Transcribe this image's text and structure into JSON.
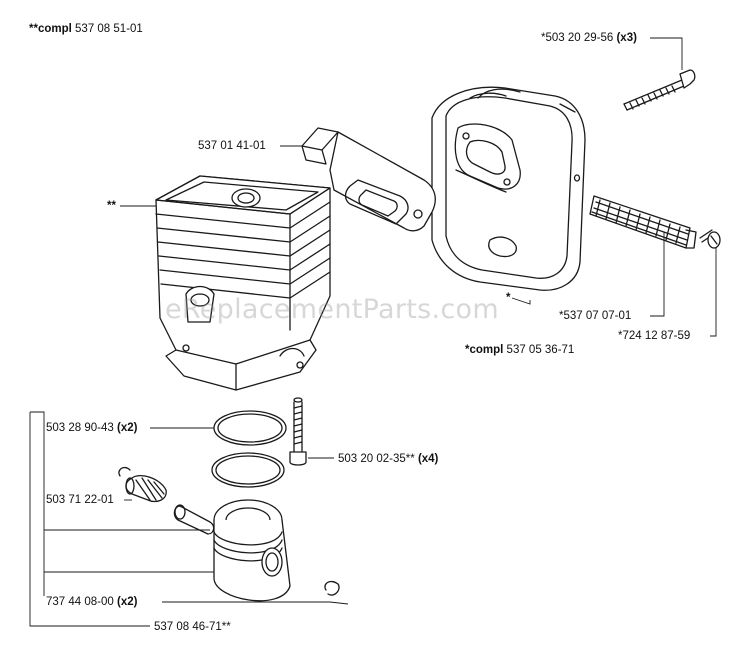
{
  "header": {
    "assembly_compl_prefix": "**compl",
    "assembly_compl_number": "537 08 51-01"
  },
  "callouts": {
    "bolt_muffler": {
      "number": "*503 20 29-56",
      "qty": "(x3)"
    },
    "bracket": {
      "number": "537 01 41-01"
    },
    "cylinder_marker": "**",
    "muffler_marker": "*",
    "spark_screen": {
      "number": "*537 07 07-01"
    },
    "screw_small": {
      "number": "*724 12 87-59"
    },
    "muffler_compl": {
      "prefix": "*compl",
      "number": "537 05 36-71"
    },
    "piston_ring": {
      "number": "503 28 90-43",
      "qty": "(x2)"
    },
    "cylinder_bolt": {
      "number": "503 20 02-35**",
      "qty": "(x4)"
    },
    "needle_bearing": {
      "number": "503 71 22-01"
    },
    "circlip": {
      "number": "737 44 08-00",
      "qty": "(x2)"
    },
    "piston_kit": {
      "number": "537 08 46-71**"
    }
  },
  "watermark": "eReplacementParts.com"
}
